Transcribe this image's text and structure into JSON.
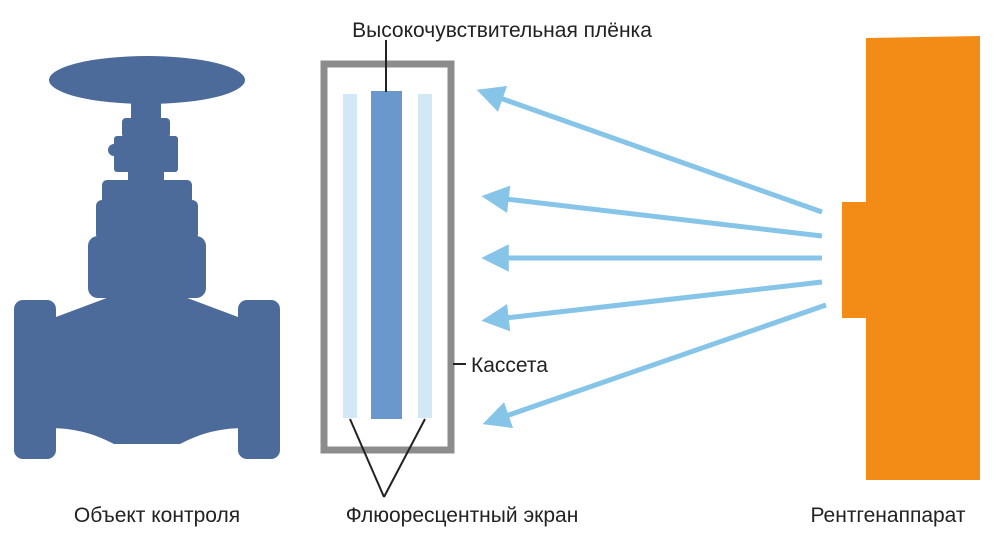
{
  "labels": {
    "film": "Высокочувствительная плёнка",
    "cassette": "Кассета",
    "object": "Объект контроля",
    "screen": "Флюоресцентный экран",
    "xray": "Рентгенаппарат"
  },
  "colors": {
    "object": "#4c6a9a",
    "cassette_frame": "#8c8c8c",
    "screen": "#d3e8f7",
    "film": "#6b98cc",
    "rays": "#86c4e8",
    "xray": "#f28c17",
    "text": "#222222"
  },
  "icons": {
    "object": "gate-valve-icon",
    "rays": "arrow-icon"
  },
  "ray_count": 5
}
